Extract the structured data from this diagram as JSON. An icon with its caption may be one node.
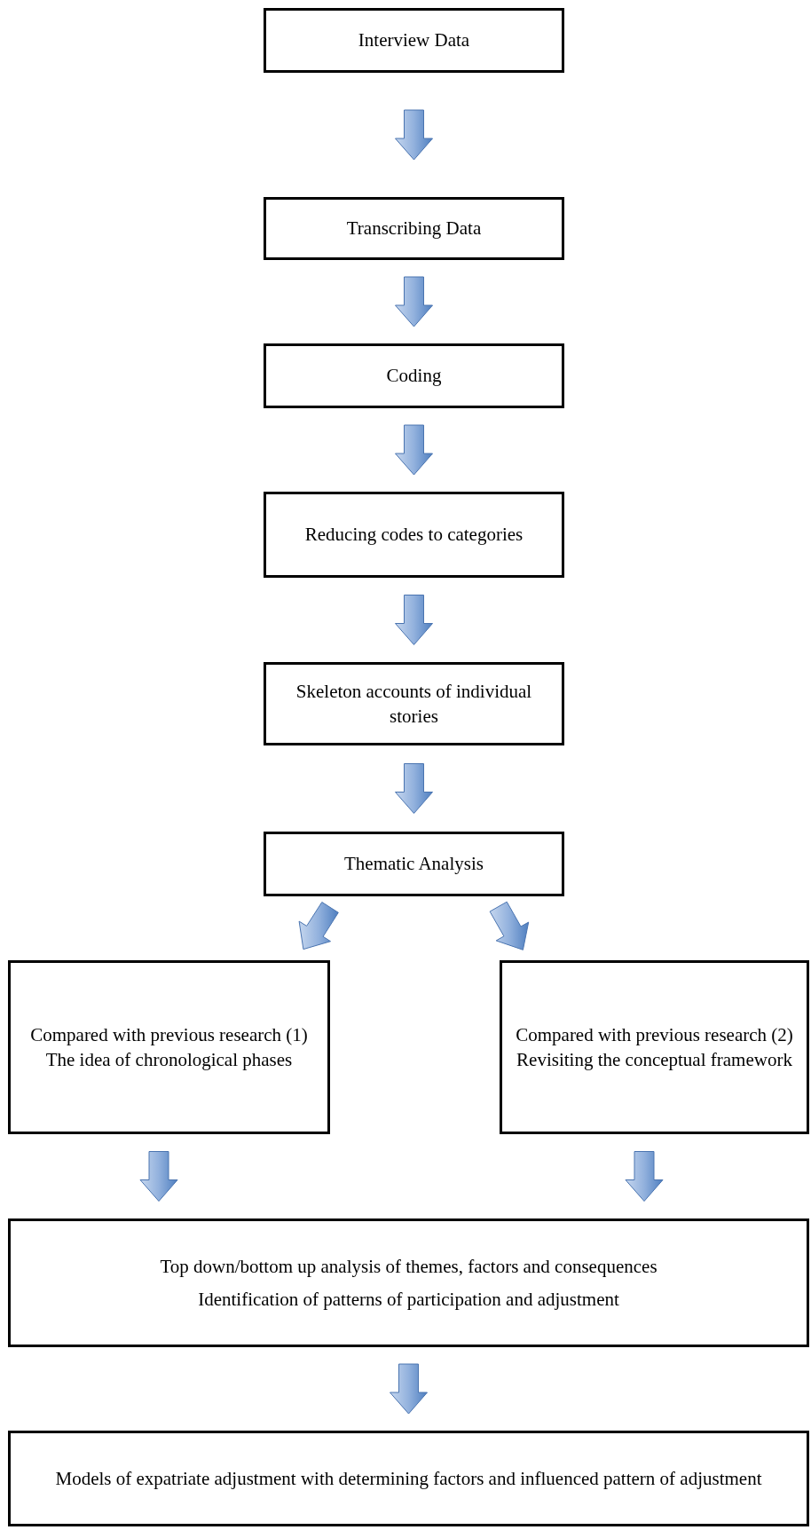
{
  "diagram": {
    "nodes": [
      {
        "text": [
          "Interview Data"
        ]
      },
      {
        "text": [
          "Transcribing Data"
        ]
      },
      {
        "text": [
          "Coding"
        ]
      },
      {
        "text": [
          "Reducing codes to categories"
        ]
      },
      {
        "text": [
          "Skeleton accounts of individual stories"
        ]
      },
      {
        "text": [
          "Thematic Analysis"
        ]
      },
      {
        "text": [
          "Compared with previous research (1) The idea of chronological phases"
        ]
      },
      {
        "text": [
          "Compared with previous research (2) Revisiting the conceptual framework"
        ]
      },
      {
        "text": [
          "Top down/bottom up analysis of themes, factors and consequences",
          "Identification of patterns of participation and adjustment"
        ]
      },
      {
        "text": [
          "Models of expatriate adjustment with determining factors and influenced pattern of adjustment"
        ]
      }
    ],
    "edges": [
      {
        "from": 0,
        "to": 1,
        "arrow": "to"
      },
      {
        "from": 1,
        "to": 2,
        "arrow": "to"
      },
      {
        "from": 2,
        "to": 3,
        "arrow": "to"
      },
      {
        "from": 3,
        "to": 4,
        "arrow": "to"
      },
      {
        "from": 4,
        "to": 5,
        "arrow": "to"
      },
      {
        "from": 5,
        "to": 6,
        "arrow": "to"
      },
      {
        "from": 5,
        "to": 7,
        "arrow": "to"
      },
      {
        "from": 6,
        "to": 8,
        "arrow": "to"
      },
      {
        "from": 7,
        "to": 8,
        "arrow": "to"
      },
      {
        "from": 8,
        "to": 9,
        "arrow": "to"
      }
    ]
  }
}
